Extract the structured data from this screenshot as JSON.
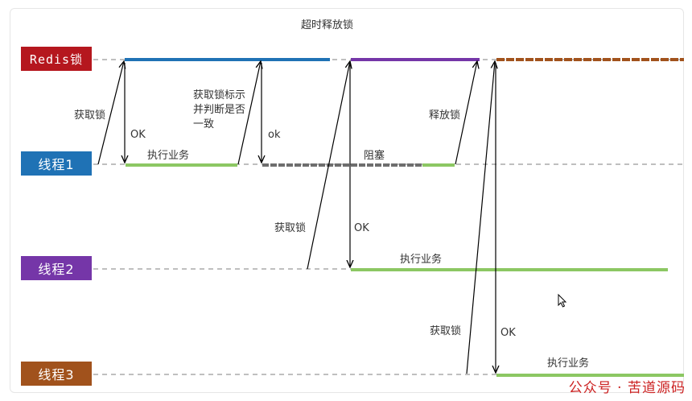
{
  "colors": {
    "redis": "#b5171e",
    "thread1": "#1f72b5",
    "thread2": "#7536a8",
    "thread3": "#a1521c",
    "business": "#8cc763",
    "blocked": "#6e6e6e",
    "purple_hold": "#7536a8",
    "brown_hold": "#a1521c",
    "dashed": "#7f7f7f",
    "watermark": "#cc2222"
  },
  "lanes": {
    "redis": "Redis锁",
    "thread1": "线程1",
    "thread2": "线程2",
    "thread3": "线程3"
  },
  "annotations": {
    "timeout_release": "超时释放锁",
    "t1_acquire": "获取锁",
    "t1_ok": "OK",
    "t1_business": "执行业务",
    "t1_check_line1": "获取锁标示",
    "t1_check_line2": "并判断是否",
    "t1_check_line3": "一致",
    "t1_ok2": "ok",
    "t1_blocked": "阻塞",
    "t1_release": "释放锁",
    "t2_acquire": "获取锁",
    "t2_ok": "OK",
    "t2_business": "执行业务",
    "t3_acquire": "获取锁",
    "t3_ok": "OK",
    "t3_business": "执行业务"
  },
  "watermark": "公众号 · 苦道源码",
  "icons": {
    "cursor": "mouse-cursor-icon"
  }
}
